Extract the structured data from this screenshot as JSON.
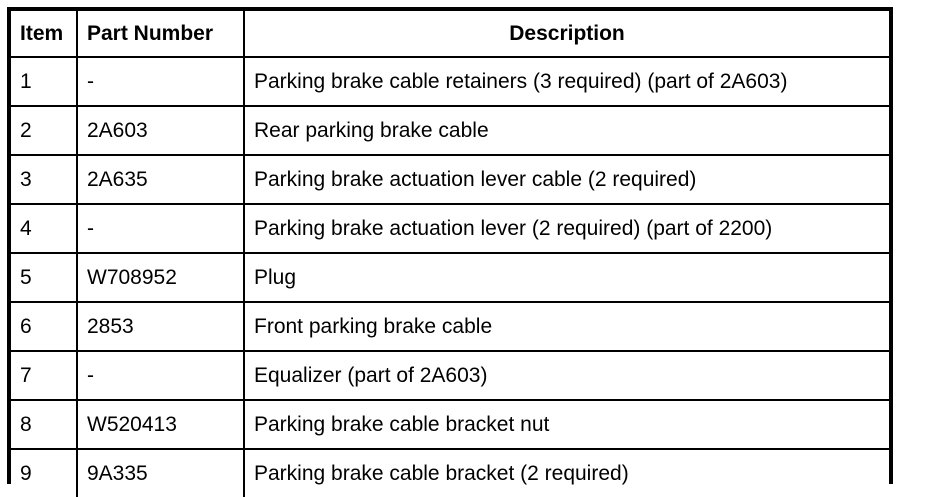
{
  "table": {
    "columns": [
      {
        "key": "item",
        "label": "Item",
        "align": "left"
      },
      {
        "key": "part_number",
        "label": "Part Number",
        "align": "left"
      },
      {
        "key": "description",
        "label": "Description",
        "align": "center"
      }
    ],
    "rows": [
      {
        "item": "1",
        "part_number": "-",
        "description": "Parking brake cable retainers (3 required) (part of 2A603)"
      },
      {
        "item": "2",
        "part_number": "2A603",
        "description": "Rear parking brake cable"
      },
      {
        "item": "3",
        "part_number": "2A635",
        "description": "Parking brake actuation lever cable (2 required)"
      },
      {
        "item": "4",
        "part_number": "-",
        "description": "Parking brake actuation lever (2 required) (part of 2200)"
      },
      {
        "item": "5",
        "part_number": "W708952",
        "description": "Plug"
      },
      {
        "item": "6",
        "part_number": "2853",
        "description": "Front parking brake cable"
      },
      {
        "item": "7",
        "part_number": "-",
        "description": "Equalizer (part of 2A603)"
      },
      {
        "item": "8",
        "part_number": "W520413",
        "description": "Parking brake cable bracket nut"
      },
      {
        "item": "9",
        "part_number": "9A335",
        "description": "Parking brake cable bracket (2 required)"
      }
    ]
  },
  "style": {
    "border_color": "#000000",
    "text_color": "#000000",
    "background_color": "#ffffff"
  }
}
